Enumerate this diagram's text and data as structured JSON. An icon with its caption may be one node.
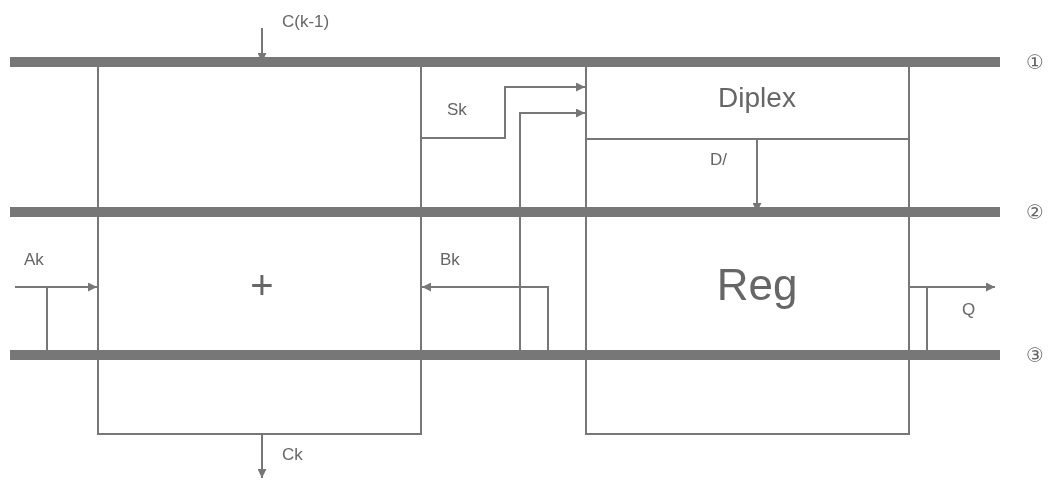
{
  "diagram": {
    "nodes": [
      {
        "text": [
          "+"
        ]
      },
      {
        "text": [
          "Diplex"
        ]
      },
      {
        "text": [
          "Reg"
        ]
      },
      {
        "text": [
          "①"
        ]
      },
      {
        "text": [
          "②"
        ]
      },
      {
        "text": [
          "③"
        ]
      }
    ],
    "edges": [
      {
        "from": null,
        "to": 0,
        "arrow": "to",
        "label": "C(k-1)"
      },
      {
        "from": 5,
        "to": 0,
        "arrow": "to",
        "label": "Ak"
      },
      {
        "from": 0,
        "to": 1,
        "arrow": "to",
        "label": "Sk"
      },
      {
        "from": 5,
        "to": 1,
        "arrow": "to"
      },
      {
        "from": 5,
        "to": 0,
        "arrow": "to",
        "label": "Bk"
      },
      {
        "from": 1,
        "to": 2,
        "arrow": "to",
        "label": "D/"
      },
      {
        "from": 2,
        "to": null,
        "arrow": "to",
        "label": "Q"
      },
      {
        "from": 2,
        "to": 5,
        "arrow": "none"
      },
      {
        "from": 0,
        "to": null,
        "arrow": "to",
        "label": "Ck"
      }
    ]
  }
}
